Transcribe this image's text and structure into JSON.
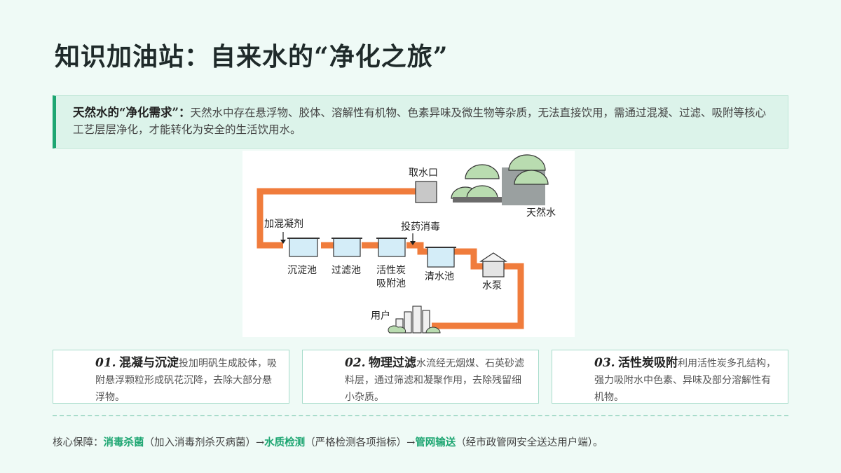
{
  "page": {
    "title": "知识加油站：自来水的“净化之旅”"
  },
  "intro": {
    "label": "天然水的“净化需求”：",
    "text": "天然水中存在悬浮物、胶体、溶解性有机物、色素异味及微生物等杂质，无法直接饮用，需通过混凝、过滤、吸附等核心工艺层层净化，才能转化为安全的生活饮用水。"
  },
  "diagram": {
    "labels": {
      "intake": "取水口",
      "natural_water": "天然水",
      "coagulant": "加混凝剂",
      "disinfectant": "投药消毒",
      "sedimentation": "沉淀池",
      "filter": "过滤池",
      "carbon_1": "活性炭",
      "carbon_2": "吸附池",
      "clear_water": "清水池",
      "pump": "水泵",
      "user": "用户"
    },
    "colors": {
      "pipe": "#f07c3c",
      "tree": "#b9dcb0",
      "tank_water": "#d4edf8"
    }
  },
  "cards": [
    {
      "number": "01.",
      "heading": "混凝与沉淀",
      "text": "投加明矾生成胶体，吸附悬浮颗粒形成矾花沉降，去除大部分悬浮物。"
    },
    {
      "number": "02.",
      "heading": "物理过滤",
      "text": "水流经无烟煤、石英砂滤料层，通过筛滤和凝聚作用，去除残留细小杂质。"
    },
    {
      "number": "03.",
      "heading": "活性炭吸附",
      "text": "利用活性炭多孔结构，强力吸附水中色素、异味及部分溶解性有机物。"
    }
  ],
  "footer": {
    "prefix": "核心保障：",
    "item1": "消毒杀菌",
    "note1": "（加入消毒剂杀灭病菌）→",
    "item2": "水质检测",
    "note2": "（严格检测各项指标）→",
    "item3": "管网输送",
    "note3": "（经市政管网安全送达用户端）。"
  },
  "theme": {
    "accent": "#1ea672",
    "background": "#effaf6"
  }
}
